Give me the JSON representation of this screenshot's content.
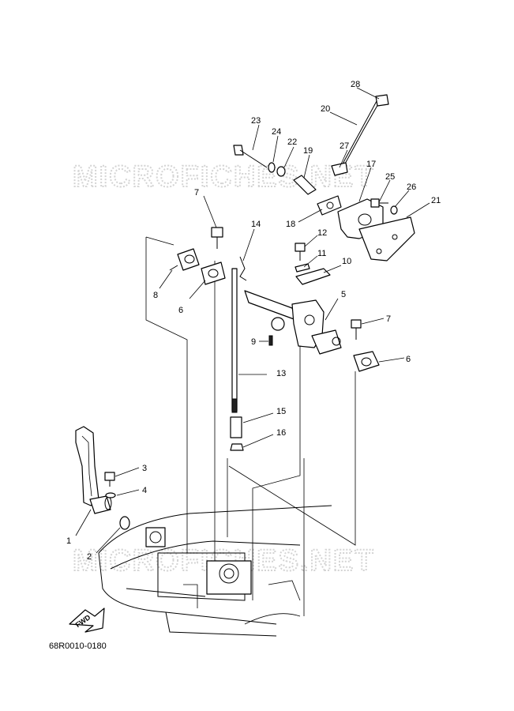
{
  "watermark": "MICROFICHES.NET",
  "reference_code": "68R0010-0180",
  "fwd_label": "FWD",
  "callouts": [
    "1",
    "2",
    "3",
    "4",
    "5",
    "6",
    "6",
    "7",
    "7",
    "8",
    "9",
    "10",
    "11",
    "12",
    "13",
    "14",
    "15",
    "16",
    "17",
    "18",
    "19",
    "20",
    "21",
    "22",
    "23",
    "24",
    "25",
    "26",
    "27",
    "28"
  ]
}
